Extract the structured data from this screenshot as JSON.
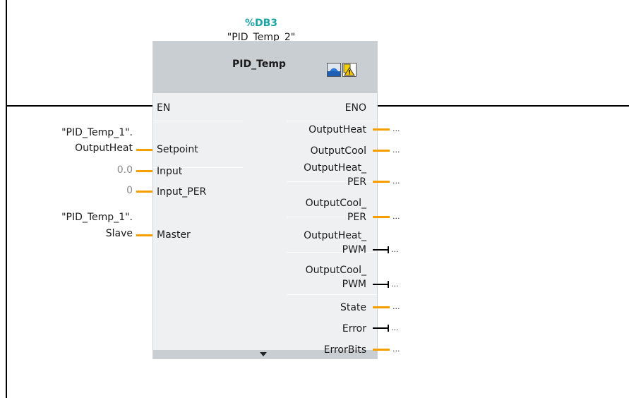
{
  "block": {
    "db_address": "%DB3",
    "instance_name": "\"PID_Temp_2\"",
    "type_name": "PID_Temp",
    "colors": {
      "accent": "#18a6a6",
      "wire_bool": "#000000",
      "wire_value": "#f5a000",
      "body": "#eef0f2",
      "header": "#c9ced3"
    },
    "icons": [
      "instance-db-icon",
      "warning-icon",
      "expand-arrow-icon"
    ]
  },
  "inputs": {
    "en": "EN",
    "setpoint": {
      "label": "Setpoint",
      "value_line1": "\"PID_Temp_1\".",
      "value_line2": "OutputHeat"
    },
    "input": {
      "label": "Input",
      "value": "0.0"
    },
    "input_per": {
      "label": "Input_PER",
      "value": "0"
    },
    "master": {
      "label": "Master",
      "value_line1": "\"PID_Temp_1\".",
      "value_line2": "Slave"
    }
  },
  "outputs": {
    "eno": "ENO",
    "output_heat": "OutputHeat",
    "output_cool": "OutputCool",
    "output_heat_per_1": "OutputHeat_",
    "output_heat_per_2": "PER",
    "output_cool_per_1": "OutputCool_",
    "output_cool_per_2": "PER",
    "output_heat_pwm_1": "OutputHeat_",
    "output_heat_pwm_2": "PWM",
    "output_cool_pwm_1": "OutputCool_",
    "output_cool_pwm_2": "PWM",
    "state": "State",
    "error": "Error",
    "error_bits": "ErrorBits",
    "unconnected": "..."
  }
}
